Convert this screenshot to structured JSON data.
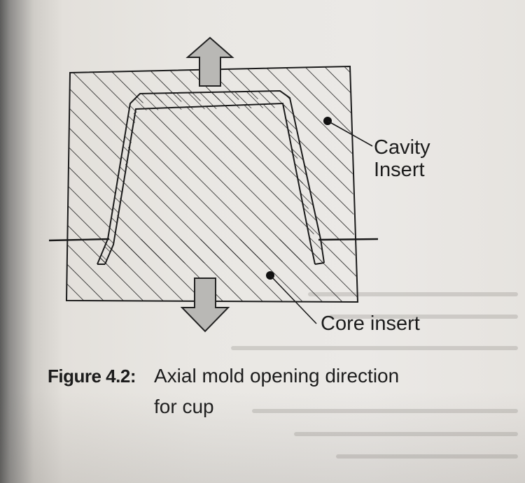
{
  "figure": {
    "labels": {
      "cavity_line1": "Cavity",
      "cavity_line2": "Insert",
      "core": "Core insert"
    },
    "caption": {
      "number": "Figure 4.2:",
      "line1": "Axial mold opening direction",
      "line2": "for cup"
    }
  },
  "colors": {
    "ink": "#1c1c1c",
    "arrow_fill": "#b9b8b5",
    "paper": "#e9e7e3"
  }
}
